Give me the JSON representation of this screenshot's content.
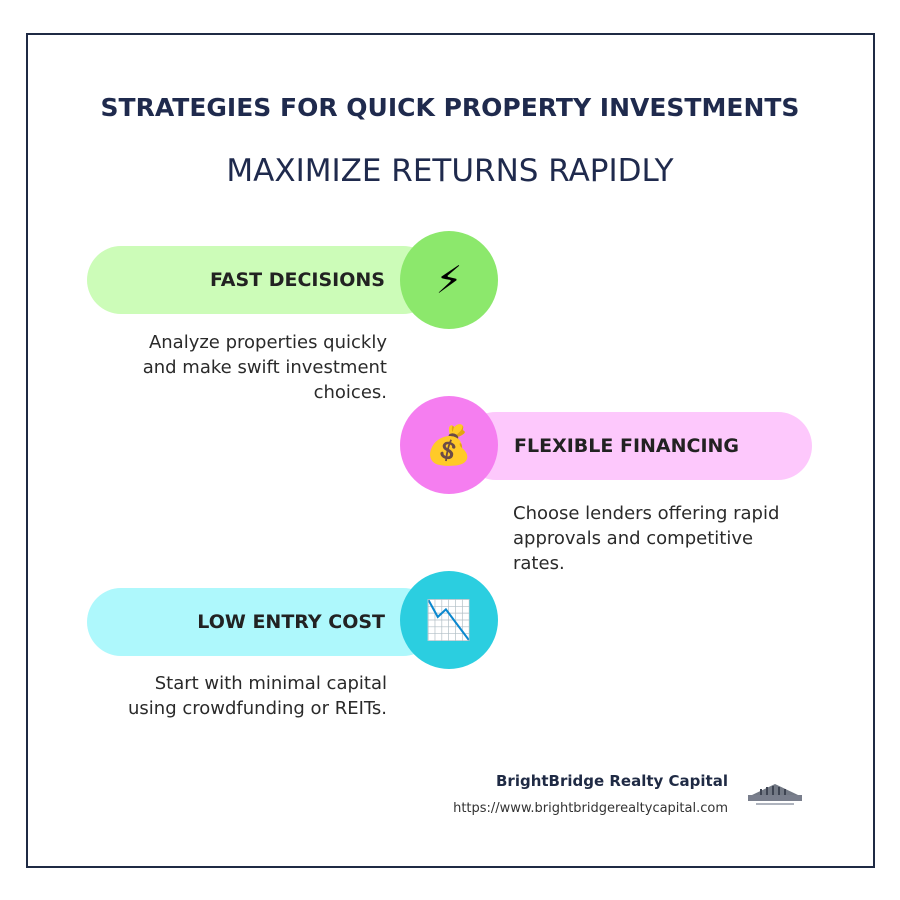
{
  "header": {
    "title": "STRATEGIES FOR QUICK PROPERTY INVESTMENTS",
    "subtitle": "MAXIMIZE RETURNS RAPIDLY"
  },
  "strategies": [
    {
      "title": "FAST DECISIONS",
      "icon": "⚡",
      "icon_name": "lightning-icon",
      "description_lines": [
        "Analyze properties quickly",
        "and make swift investment",
        "choices."
      ],
      "pill_color": "#ccfcb8",
      "circle_color": "#8ce86c",
      "side": "left"
    },
    {
      "title": "FLEXIBLE FINANCING",
      "icon": "💰",
      "icon_name": "money-bag-icon",
      "description_lines": [
        "Choose lenders offering rapid",
        "approvals and competitive",
        "rates."
      ],
      "pill_color": "#fdc8fc",
      "circle_color": "#f57ef0",
      "side": "right"
    },
    {
      "title": "LOW ENTRY COST",
      "icon": "📉",
      "icon_name": "chart-decreasing-icon",
      "description_lines": [
        "Start with minimal capital",
        "using crowdfunding or REITs."
      ],
      "pill_color": "#aef8fc",
      "circle_color": "#2bcee0",
      "side": "left"
    }
  ],
  "footer": {
    "company": "BrightBridge Realty Capital",
    "url": "https://www.brightbridgerealtycapital.com"
  },
  "colors": {
    "border": "#1f2a44",
    "title": "#1f2a4d"
  }
}
